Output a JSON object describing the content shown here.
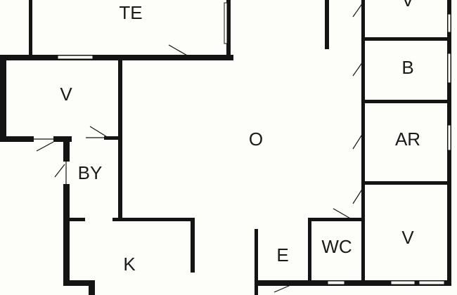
{
  "floor_plan": {
    "rooms": {
      "te": "TE",
      "v_top_right": "V",
      "v_left": "V",
      "b": "B",
      "o": "O",
      "ar": "AR",
      "by": "BY",
      "k": "K",
      "e": "E",
      "wc": "WC",
      "v_bottom_right": "V"
    },
    "colors": {
      "wall": "#141414",
      "floor": "#fdfdf9"
    }
  }
}
